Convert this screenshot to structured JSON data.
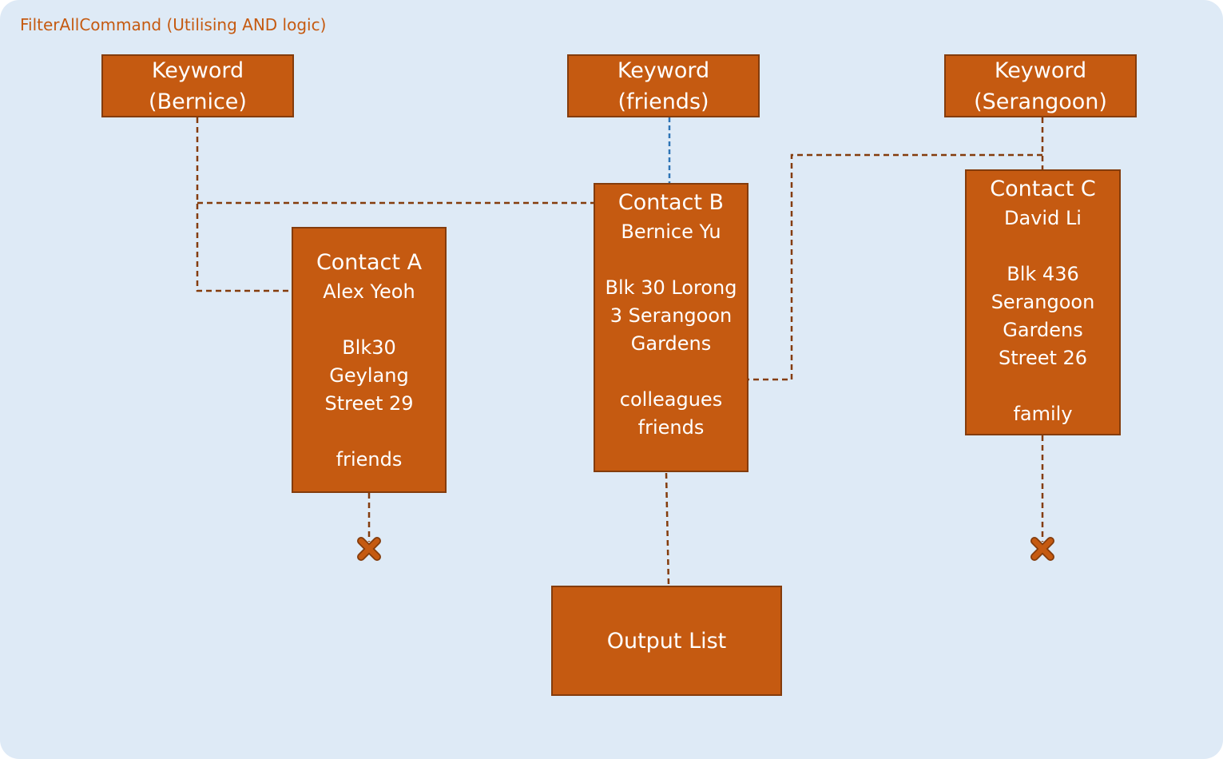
{
  "diagram": {
    "title": "FilterAllCommand (Utilising AND logic)",
    "keywords": [
      {
        "line1": "Keyword",
        "line2": "(Bernice)"
      },
      {
        "line1": "Keyword",
        "line2": "(friends)"
      },
      {
        "line1": "Keyword",
        "line2": "(Serangoon)"
      }
    ],
    "contacts": [
      {
        "title": "Contact A",
        "name": "Alex Yeoh",
        "address": [
          "Blk30",
          "Geylang",
          "Street 29"
        ],
        "tags": [
          "friends"
        ]
      },
      {
        "title": "Contact B",
        "name": "Bernice Yu",
        "address": [
          "Blk 30 Lorong",
          "3 Serangoon",
          "Gardens"
        ],
        "tags": [
          "colleagues",
          "friends"
        ]
      },
      {
        "title": "Contact C",
        "name": "David Li",
        "address": [
          "Blk 436",
          "Serangoon",
          "Gardens",
          "Street 26"
        ],
        "tags": [
          "family"
        ]
      }
    ],
    "output": "Output List",
    "colors": {
      "background": "#deeaf6",
      "box_fill": "#c55a11",
      "box_border": "#843c0c",
      "dashed_brown": "#843c0c",
      "dashed_blue": "#2e75b6",
      "cross": "#c55a11"
    },
    "icons": [
      "cross-icon",
      "cross-icon"
    ]
  }
}
